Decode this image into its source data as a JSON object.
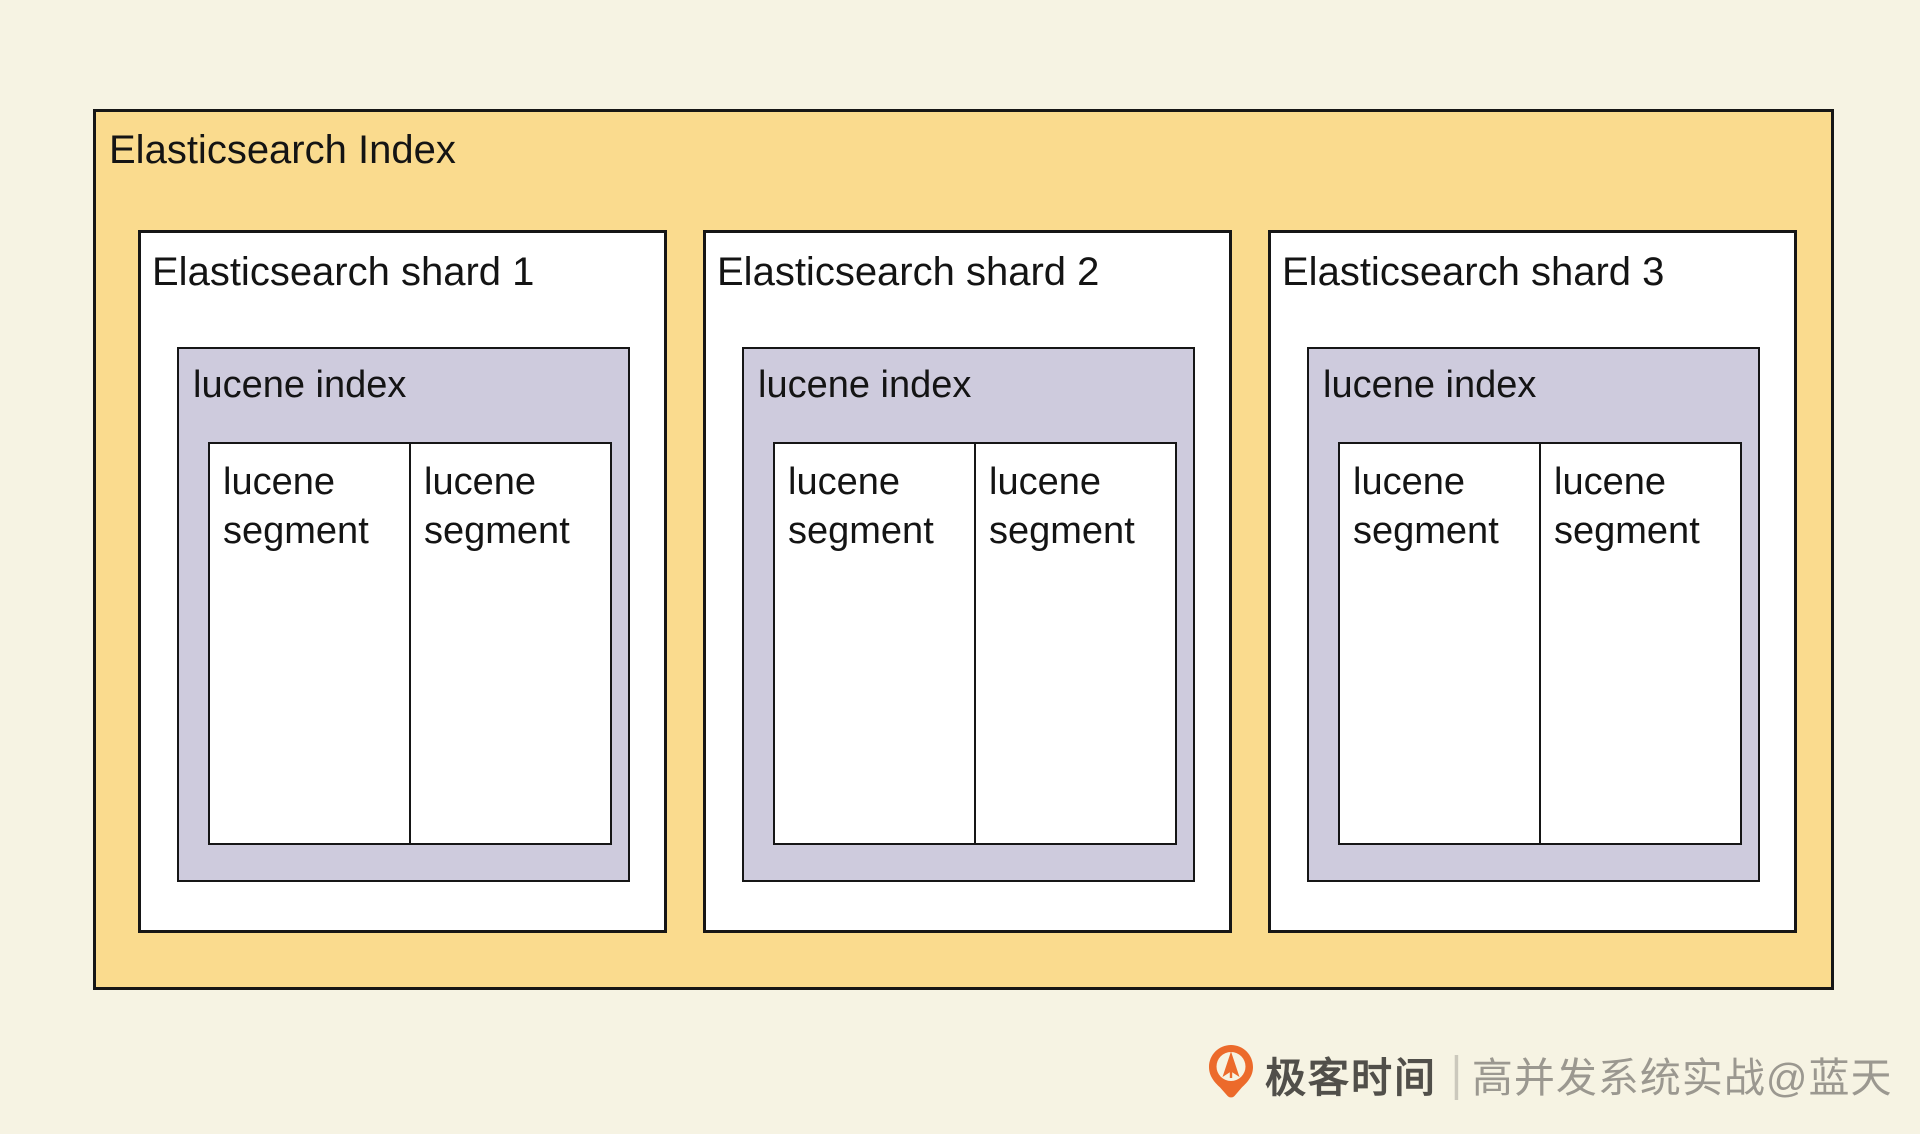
{
  "diagram": {
    "index_title": "Elasticsearch Index",
    "shards": [
      {
        "title": "Elasticsearch shard 1",
        "lucene_index_label": "lucene index",
        "segments": [
          "lucene segment",
          "lucene segment"
        ]
      },
      {
        "title": "Elasticsearch shard 2",
        "lucene_index_label": "lucene index",
        "segments": [
          "lucene segment",
          "lucene segment"
        ]
      },
      {
        "title": "Elasticsearch shard 3",
        "lucene_index_label": "lucene index",
        "segments": [
          "lucene segment",
          "lucene segment"
        ]
      }
    ],
    "colors": {
      "canvas_background": "#f6f3e3",
      "index_box_fill": "#fadb8e",
      "shard_box_fill": "#ffffff",
      "lucene_index_fill": "#cecbdd",
      "segment_fill": "#ffffff",
      "border": "#161616"
    }
  },
  "watermark": {
    "logo_icon": "geektime-logo",
    "brand": "极客时间",
    "divider": "|",
    "course": "高并发系统实战@蓝天",
    "colors": {
      "logo_orange": "#ec6a2b",
      "brand_text": "#514f4a",
      "divider": "#cbc8bc",
      "course_text": "#9b9890"
    }
  }
}
